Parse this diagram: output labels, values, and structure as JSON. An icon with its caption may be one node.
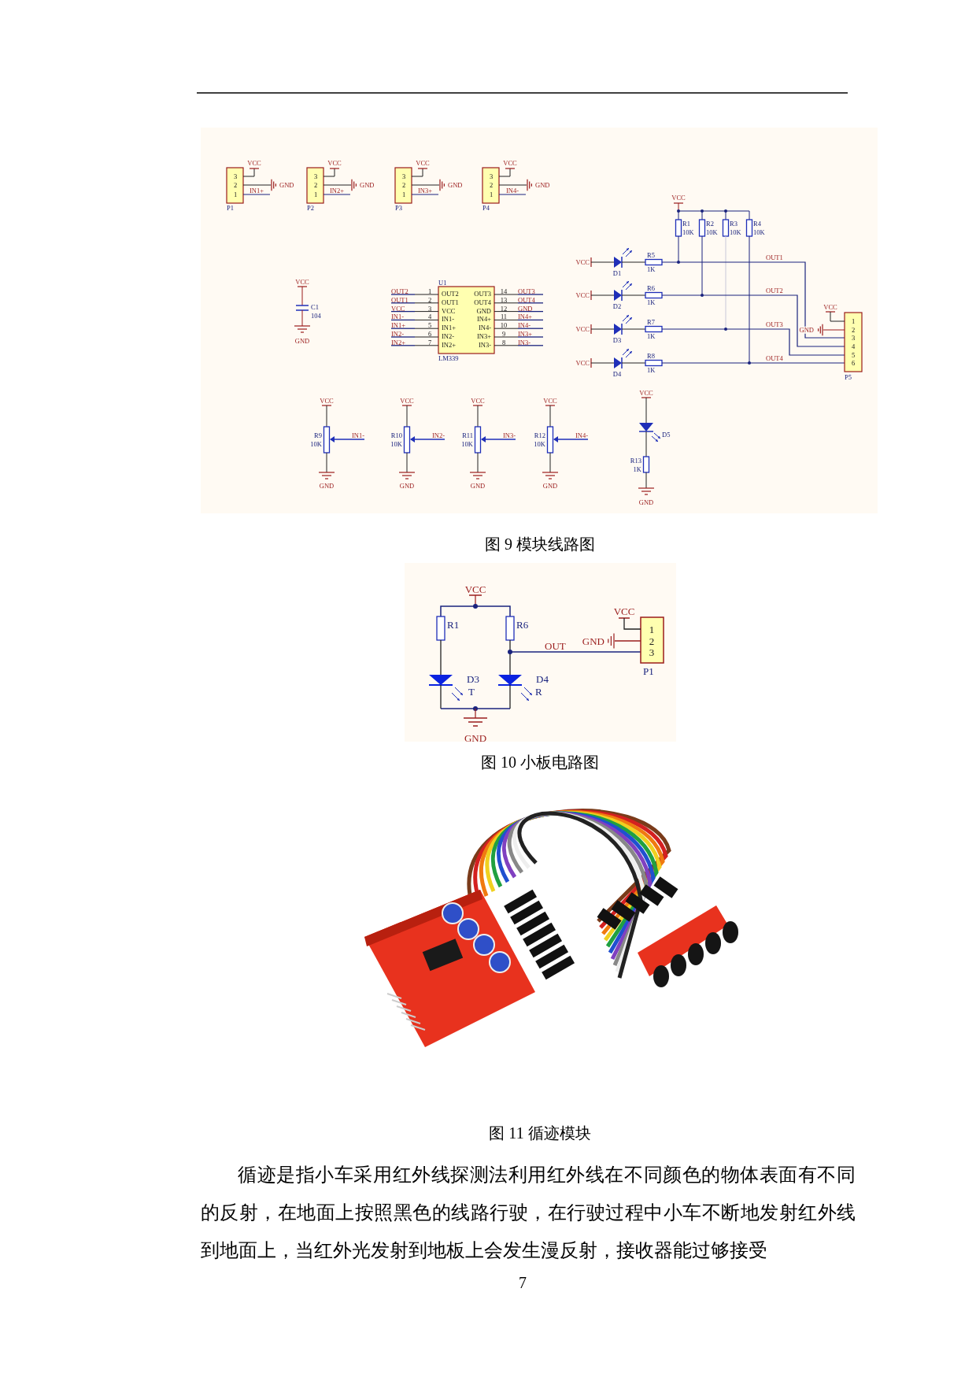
{
  "diagram": {
    "labels": [
      "3",
      "2",
      "1",
      "VCC",
      "GND",
      "IN1+",
      "P1",
      "3",
      "2",
      "1",
      "VCC",
      "GND",
      "IN2+",
      "P2",
      "3",
      "2",
      "1",
      "VCC",
      "GND",
      "IN3+",
      "P3",
      "3",
      "2",
      "1",
      "VCC",
      "GND",
      "IN4-",
      "P4",
      "VCC",
      "C1",
      "104",
      "GND",
      "U1",
      "OUT2",
      "1",
      "OUT2",
      "OUT3",
      "14",
      "OUT3",
      "OUT1",
      "2",
      "OUT1",
      "OUT4",
      "13",
      "OUT4",
      "VCC",
      "3",
      "VCC",
      "GND",
      "12",
      "GND",
      "IN1-",
      "4",
      "IN1-",
      "IN4+",
      "11",
      "IN4+",
      "IN1+",
      "5",
      "IN1+",
      "IN4-",
      "10",
      "IN4-",
      "IN2-",
      "6",
      "IN2-",
      "IN3+",
      "9",
      "IN3+",
      "IN2+",
      "7",
      "IN2+",
      "IN3-",
      "8",
      "IN3-",
      "LM339",
      "VCC",
      "R1",
      "10K",
      "R2",
      "10K",
      "R3",
      "10K",
      "R4",
      "10K",
      "VCC",
      "D1",
      "R5",
      "1K",
      "OUT1",
      "VCC",
      "D2",
      "R6",
      "1K",
      "OUT2",
      "VCC",
      "D3",
      "R7",
      "1K",
      "OUT3",
      "VCC",
      "D4",
      "R8",
      "1K",
      "OUT4",
      "VCC",
      "GND",
      "1",
      "2",
      "3",
      "4",
      "5",
      "6",
      "P5",
      "VCC",
      "R9",
      "10K",
      "IN1-",
      "GND",
      "VCC",
      "R10",
      "10K",
      "IN2-",
      "GND",
      "VCC",
      "R11",
      "10K",
      "IN3-",
      "GND",
      "VCC",
      "R12",
      "10K",
      "IN4-",
      "GND",
      "VCC",
      "D5",
      "R13",
      "1K",
      "GND",
      "图 9  模块线路图",
      "VCC",
      "R1",
      "R6",
      "OUT",
      "D3",
      "T",
      "D4",
      "R",
      "GND",
      "VCC",
      "GND",
      "1",
      "2",
      "3",
      "P1",
      "图 10  小板电路图",
      "图 11  循迹模块",
      "循迹是指小车采用红外线探测法利用红外线在不同颜色的物体表面有不同的反射，在地面上按照黑色的线路行驶，在行驶过程中小车不断地发射红外线到地面上，当红外光发射到地板上会发生漫反射，接收器能过够接受",
      "7"
    ]
  }
}
